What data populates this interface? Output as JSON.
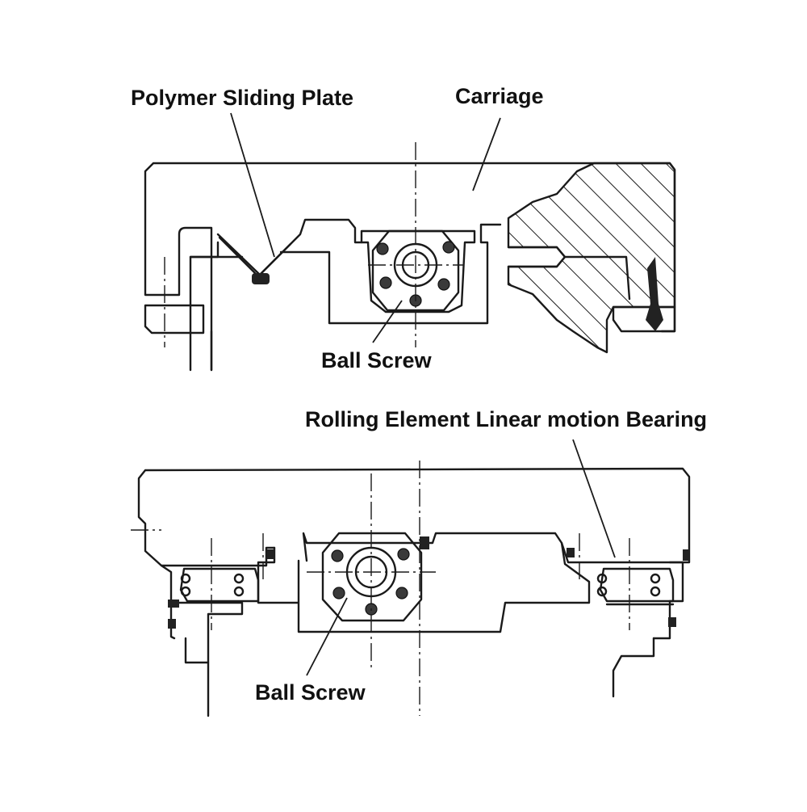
{
  "top_figure": {
    "labels": {
      "polymer_sliding_plate": "Polymer Sliding Plate",
      "carriage": "Carriage",
      "ball_screw": "Ball Screw"
    }
  },
  "bottom_figure": {
    "labels": {
      "rolling_bearing": "Rolling Element Linear motion Bearing",
      "ball_screw": "Ball Screw"
    }
  }
}
